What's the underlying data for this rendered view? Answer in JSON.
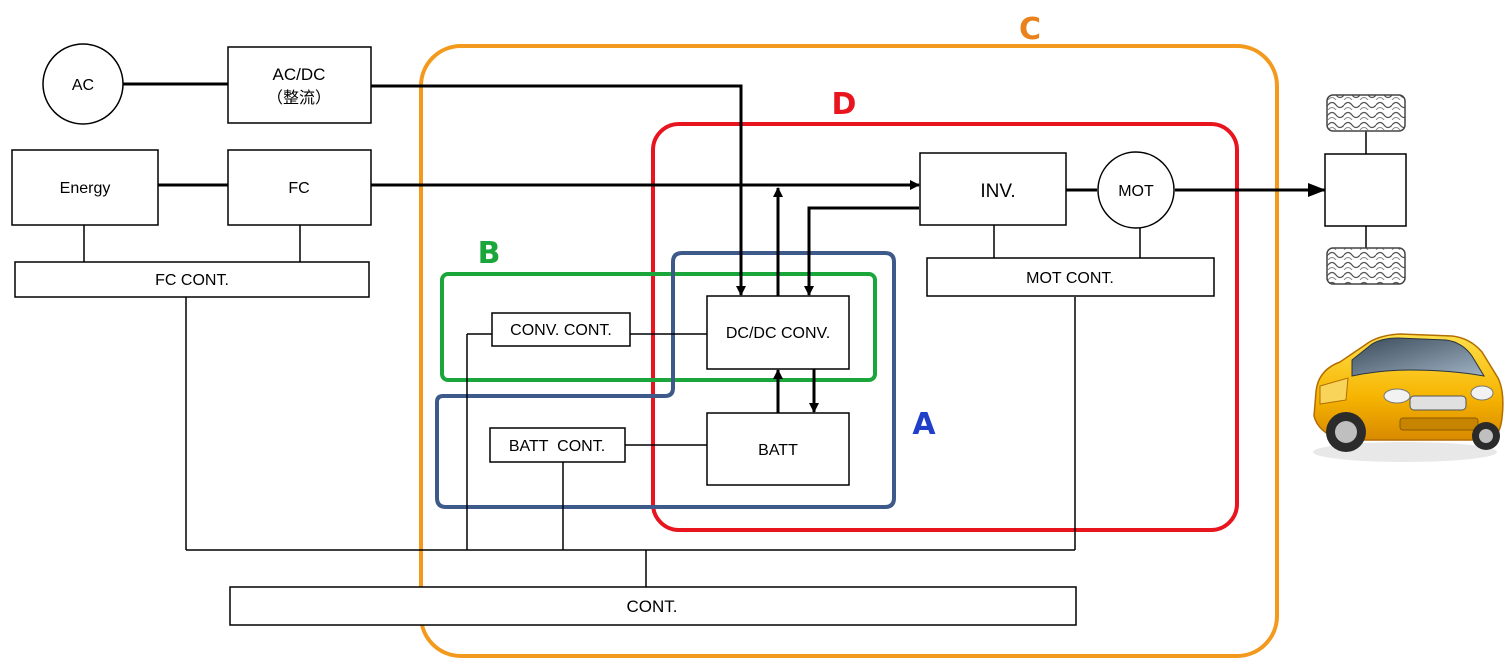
{
  "blocks": {
    "ac": "AC",
    "acdc_line1": "AC/DC",
    "acdc_line2": "（整流）",
    "energy": "Energy",
    "fc": "FC",
    "fc_cont": "FC CONT.",
    "conv_cont": "CONV. CONT.",
    "dcdc_conv": "DC/DC CONV.",
    "batt_cont": "BATT  CONT.",
    "batt": "BATT",
    "inv": "INV.",
    "mot": "MOT",
    "mot_cont": "MOT CONT.",
    "cont": "CONT."
  },
  "groups": {
    "a": {
      "label": "A",
      "color": "#3d5a8a"
    },
    "b": {
      "label": "B",
      "color": "#1aa63a"
    },
    "c": {
      "label": "C",
      "color": "#f39a1e"
    },
    "d": {
      "label": "D",
      "color": "#e8141e"
    }
  },
  "group_label_colors": {
    "a": "#1f3fc8",
    "b": "#1aa63a",
    "c": "#e9821c",
    "d": "#e8141e"
  },
  "images": {
    "car": "yellow-car-icon",
    "wheel": "tire-tread-icon"
  }
}
